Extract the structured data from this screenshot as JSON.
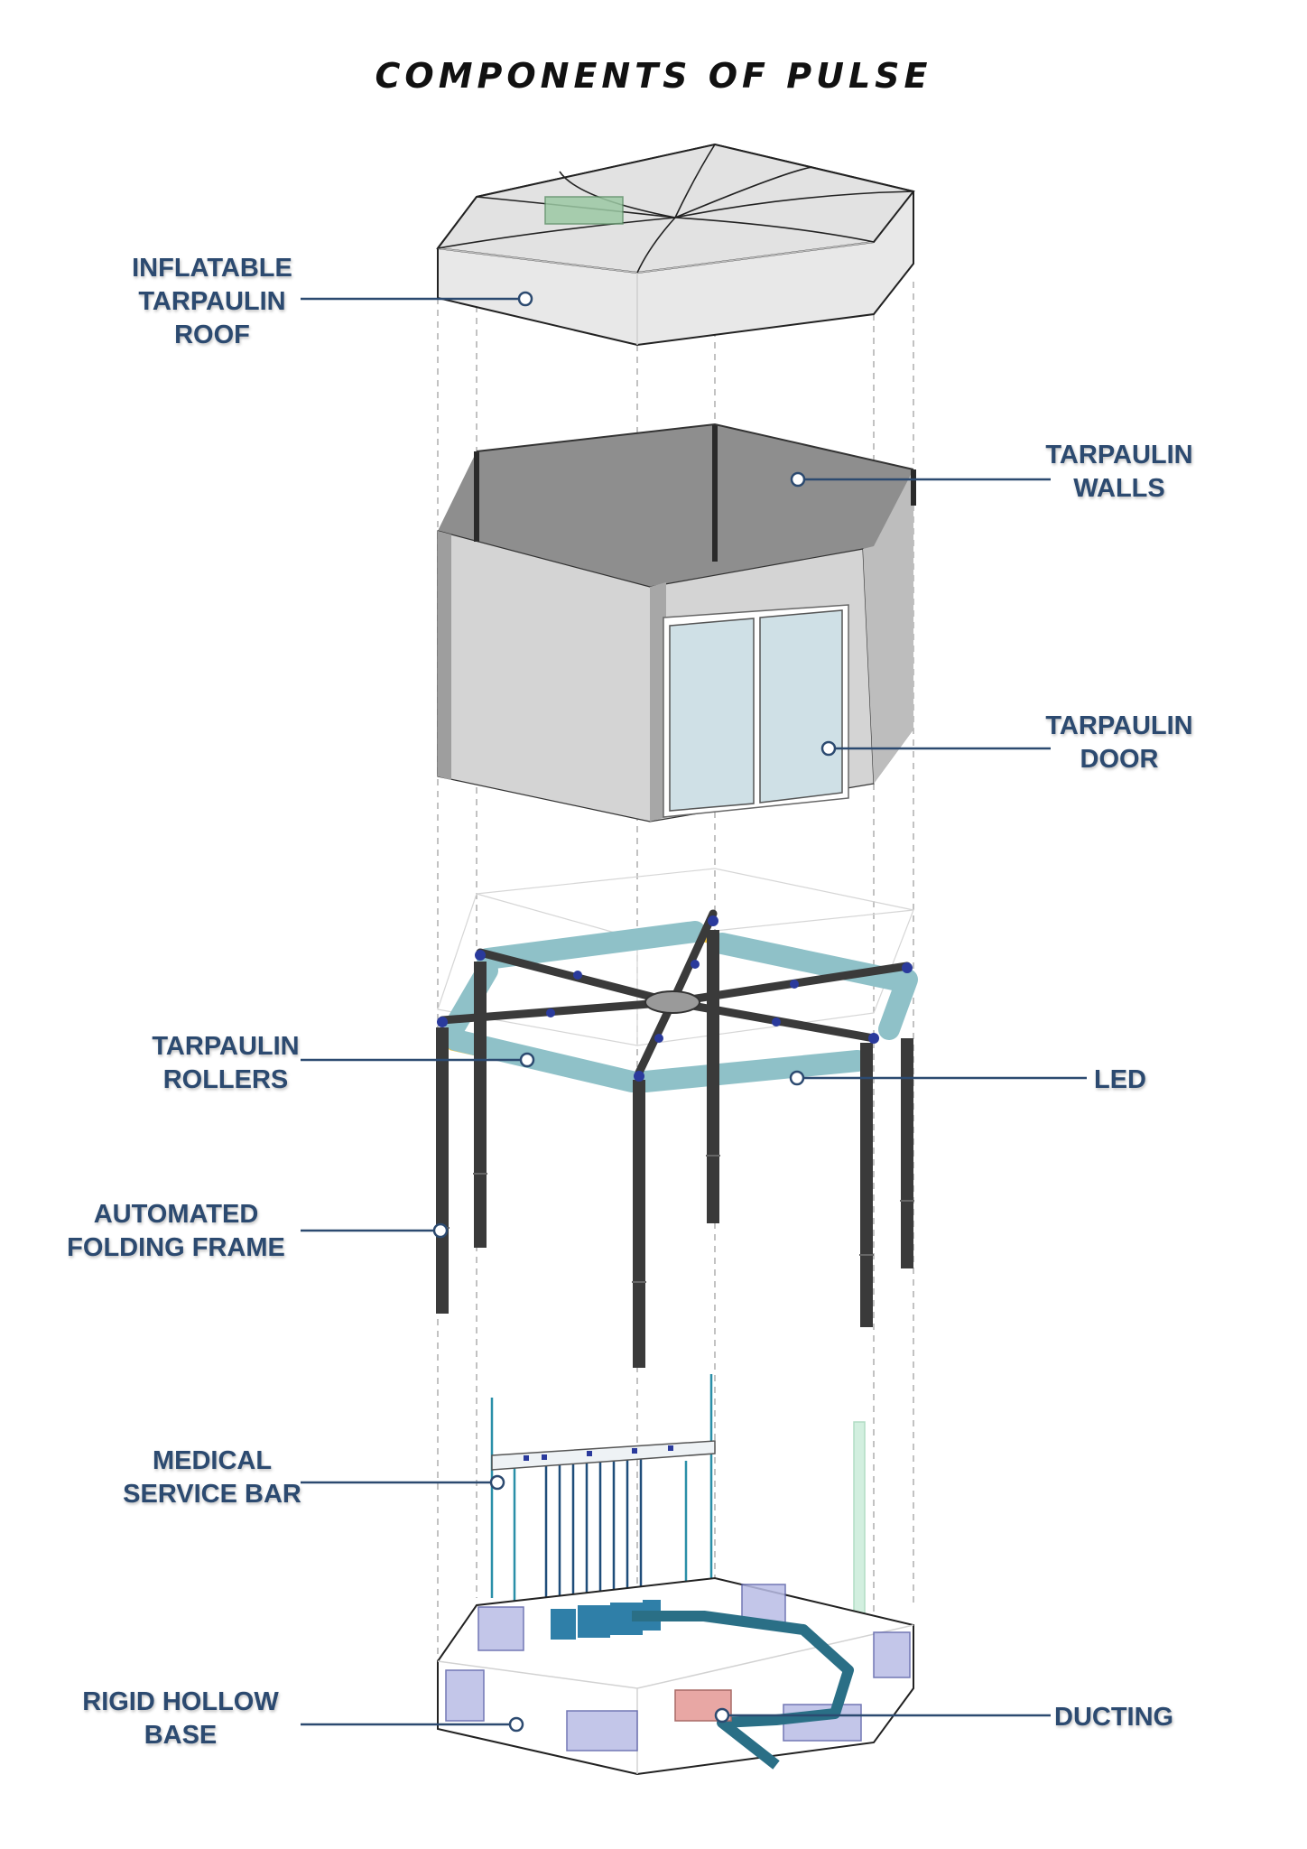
{
  "title": "COMPONENTS OF PULSE",
  "labels": {
    "roof": "INFLATABLE\nTARPAULIN\nROOF",
    "walls": "TARPAULIN\nWALLS",
    "door": "TARPAULIN\nDOOR",
    "rollers": "TARPAULIN\nROLLERS",
    "led": "LED",
    "frame": "AUTOMATED\nFOLDING FRAME",
    "service_bar": "MEDICAL\nSERVICE BAR",
    "base": "RIGID HOLLOW\nBASE",
    "ducting": "DUCTING"
  },
  "colors": {
    "label": "#2c4a70",
    "roof": "#e6e6e6",
    "wall_inner": "#8c8c8c",
    "wall_outer": "#d3d3d3",
    "door_glass": "#cfe0e6",
    "frame": "#3a3a3a",
    "roller": "#8fc1c8",
    "led": "#f0c23a",
    "joint": "#2a3a9c",
    "duct": "#2a6f86",
    "duct_red": "#e8a7a4",
    "module": "#b9bde6"
  }
}
